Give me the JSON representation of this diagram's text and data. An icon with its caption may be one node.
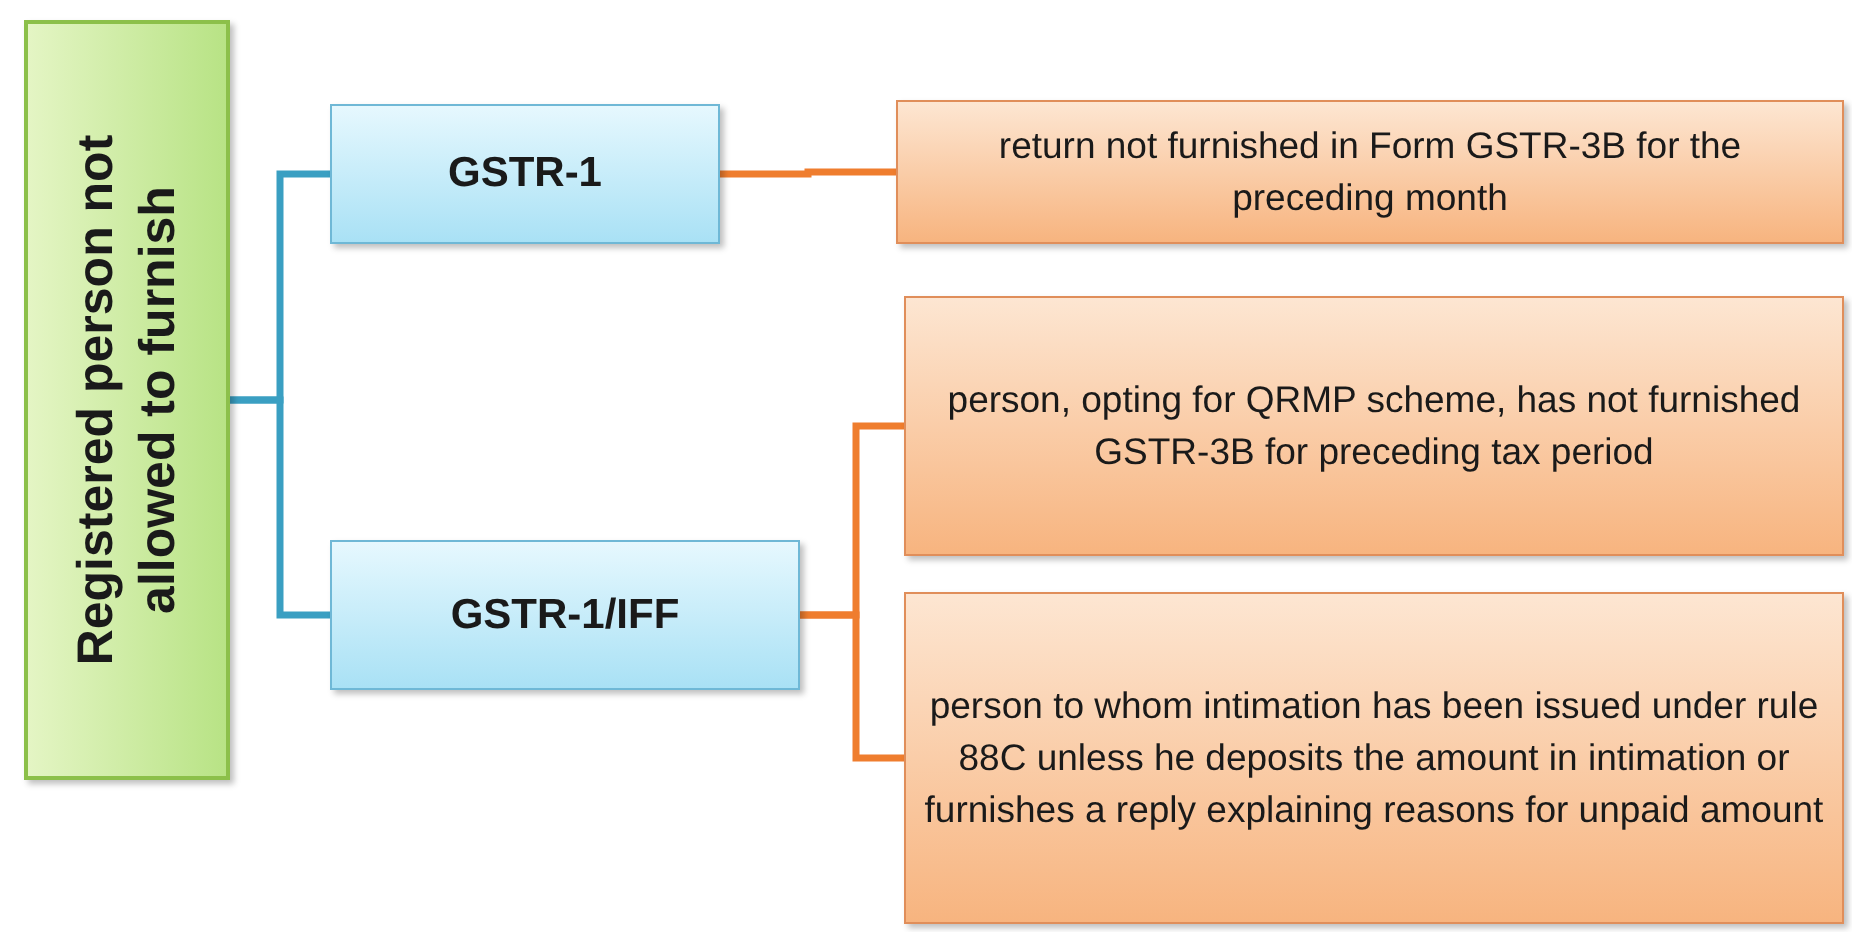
{
  "diagram": {
    "nodes": [
      {
        "text": [
          "Registered person not allowed to furnish"
        ]
      },
      {
        "text": [
          "GSTR-1"
        ]
      },
      {
        "text": [
          "GSTR-1/IFF"
        ]
      },
      {
        "text": [
          "return not furnished in Form GSTR-3B for the preceding month"
        ]
      },
      {
        "text": [
          "person, opting for QRMP scheme, has not furnished GSTR-3B for preceding tax period"
        ]
      },
      {
        "text": [
          "person to whom intimation has been issued under rule 88C unless he deposits the amount in intimation or furnishes a reply explaining reasons for unpaid amount"
        ]
      }
    ],
    "edges": [
      {
        "from": 0,
        "to": 1,
        "arrow": "none",
        "color": "#3a9fc2"
      },
      {
        "from": 0,
        "to": 2,
        "arrow": "none",
        "color": "#3a9fc2"
      },
      {
        "from": 1,
        "to": 3,
        "arrow": "none",
        "color": "#ef7d2e"
      },
      {
        "from": 2,
        "to": 4,
        "arrow": "none",
        "color": "#ef7d2e"
      },
      {
        "from": 2,
        "to": 5,
        "arrow": "none",
        "color": "#ef7d2e"
      }
    ]
  }
}
